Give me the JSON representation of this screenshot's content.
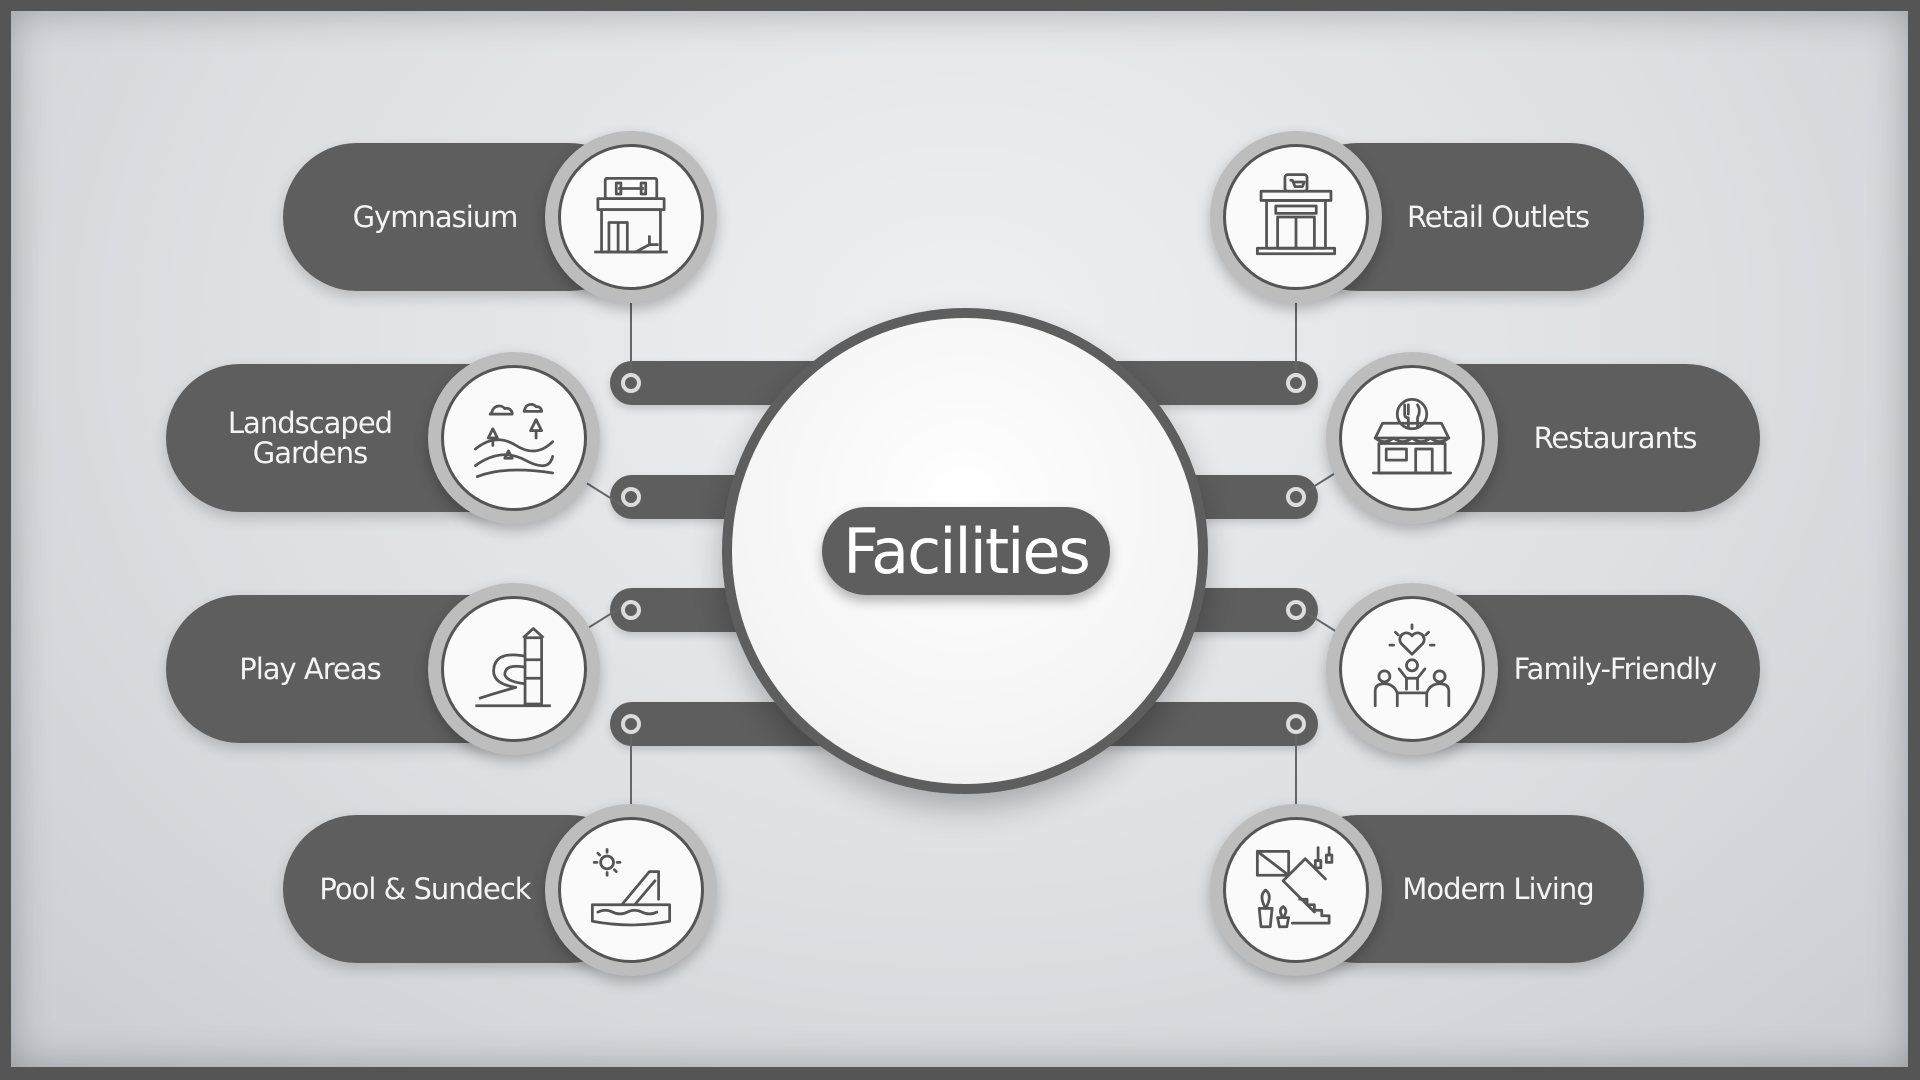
{
  "title": "Facilities",
  "colors": {
    "dark": "#5e5e5e",
    "ring": "#bdbdbd",
    "background": "#dde0e3"
  },
  "left": [
    {
      "label": "Gymnasium",
      "icon": "gym-building-icon"
    },
    {
      "label": "Landscaped\nGardens",
      "icon": "garden-landscape-icon"
    },
    {
      "label": "Play Areas",
      "icon": "playground-slide-icon"
    },
    {
      "label": "Pool & Sundeck",
      "icon": "pool-sun-icon"
    }
  ],
  "right": [
    {
      "label": "Retail Outlets",
      "icon": "retail-store-icon"
    },
    {
      "label": "Restaurants",
      "icon": "restaurant-icon"
    },
    {
      "label": "Family-Friendly",
      "icon": "family-heart-icon"
    },
    {
      "label": "Modern Living",
      "icon": "modern-interior-icon"
    }
  ]
}
